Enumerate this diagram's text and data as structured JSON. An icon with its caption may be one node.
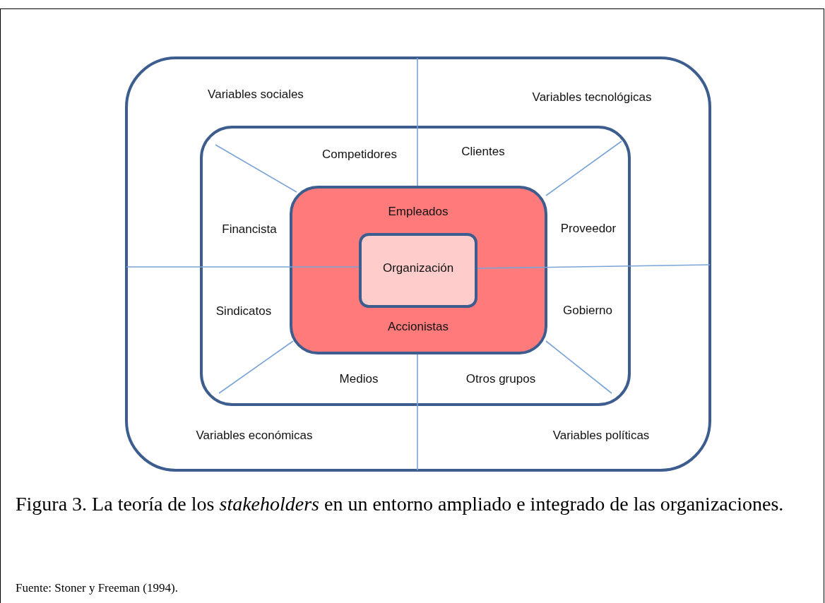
{
  "diagram": {
    "caption": "Figura 3. La teoría de los *stakeholders* en un entorno ampliado e integrado de las organizaciones.",
    "nodes": [
      {
        "text": [
          "Variables sociales",
          "Variables tecnológicas",
          "Variables económicas",
          "Variables políticas"
        ]
      },
      {
        "text": [
          "Competidores",
          "Clientes",
          "Financista",
          "Proveedor",
          "Sindicatos",
          "Gobierno",
          "Medios",
          "Otros grupos"
        ],
        "in": 0
      },
      {
        "text": [
          "Empleados",
          "Accionistas"
        ],
        "in": 1
      },
      {
        "text": [
          "Organización"
        ],
        "in": 2
      }
    ],
    "edges": [],
    "labels": [
      "Fuente: Stoner y Freeman (1994)."
    ]
  }
}
